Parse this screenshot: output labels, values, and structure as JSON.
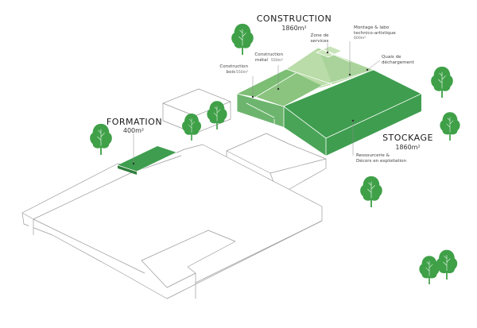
{
  "labels": {
    "construction": {
      "title": "CONSTRUCTION",
      "area": "1860m²"
    },
    "stockage": {
      "title": "STOCKAGE",
      "area": "1860m²"
    },
    "formation": {
      "title": "FORMATION",
      "area": "400m²"
    },
    "zone_services": [
      "Zone de",
      "services"
    ],
    "montage": {
      "line1": "Montage & labo",
      "line2": "technico-artistique",
      "area": "600m²"
    },
    "construction_metal": {
      "line1": "Construction",
      "line2": "métal",
      "area": "550m²"
    },
    "construction_bois": {
      "line1": "Construction",
      "line2": "bois",
      "area": "550m²"
    },
    "quais": [
      "Quais de",
      "déchargement"
    ],
    "ressourcerie": [
      "Ressourcerie &",
      "Décors en exploitation"
    ]
  },
  "colors": {
    "dark_green": "#3f9d4f",
    "mid_green": "#6db56e",
    "light_green": "#a9d39a",
    "top_green": "#8ac47f",
    "tree_green": "#3fa048",
    "outline": "#9a9a9a"
  }
}
